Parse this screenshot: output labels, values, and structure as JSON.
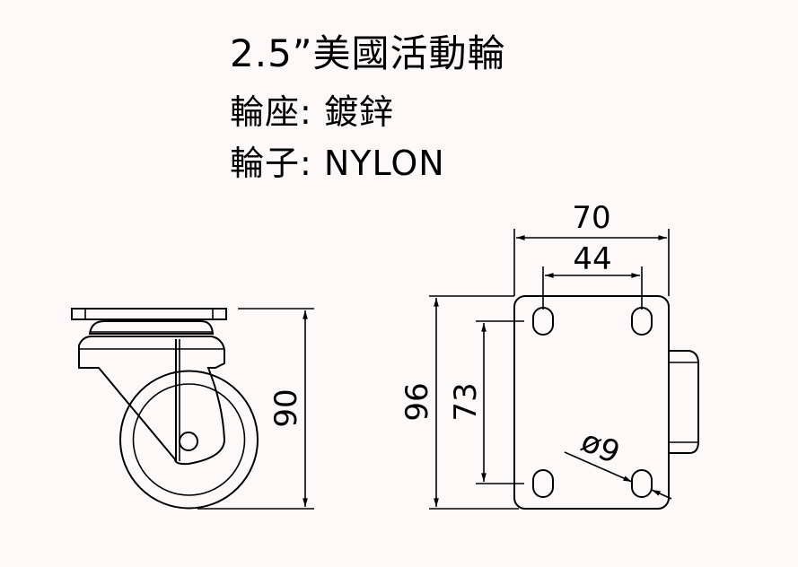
{
  "header": {
    "title": "2.5”美國活動輪",
    "base_spec": "輪座: 鍍鋅",
    "wheel_spec": "輪子: NYLON"
  },
  "dimensions": {
    "height": "90",
    "plate_width": "70",
    "hole_spacing_width": "44",
    "plate_length": "96",
    "hole_spacing_length": "73",
    "hole_diameter": "ø9"
  }
}
